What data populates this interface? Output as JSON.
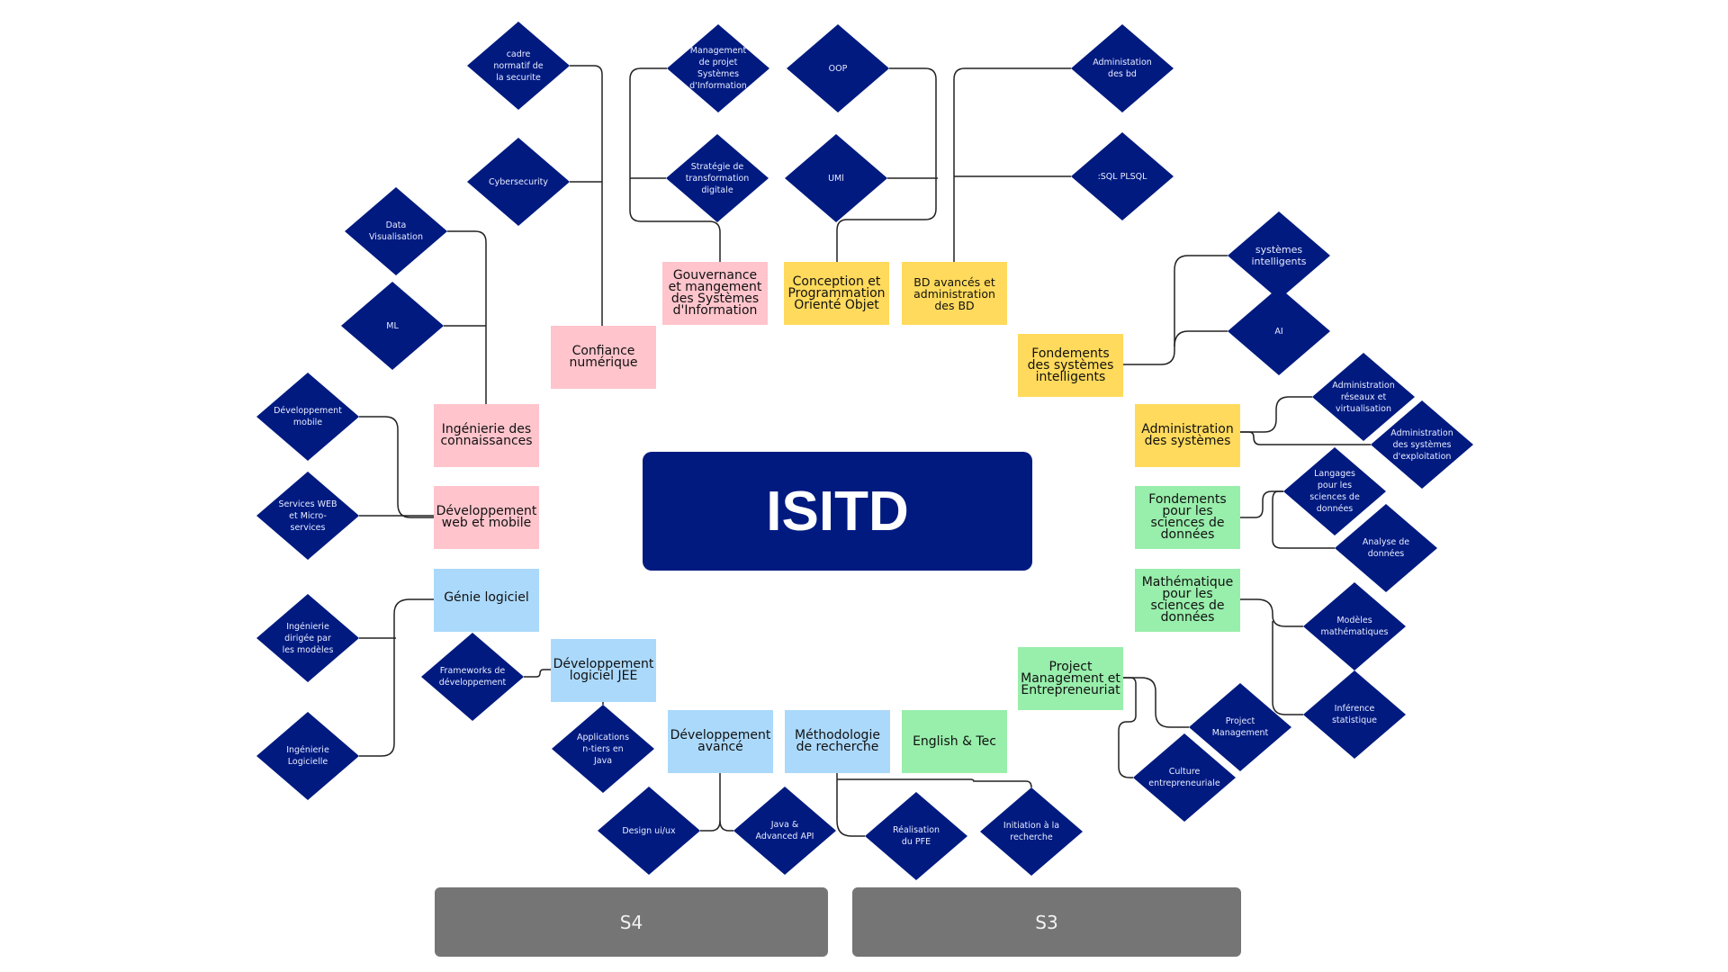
{
  "title": "ISITD",
  "colors": {
    "diamond": "#001a80",
    "pink": "#ffc4cc",
    "yellow": "#ffda5c",
    "blue": "#abd9fb",
    "green": "#98eeab",
    "semester": "#757575"
  },
  "semesters": {
    "s4": "S4",
    "s3": "S3"
  },
  "modules": {
    "gouvernance": "Gouvernance et mangement des Systèmes d'Information",
    "conception": "Conception et Programmation Orienté Objet",
    "bd": "BD avancés et administration des BD",
    "confiance": "Confiance numérique",
    "fond_si": "Fondements des systèmes intelligents",
    "ing_conn": "Ingénierie des connaissances",
    "admin_sys": "Administration des systèmes",
    "dev_web": "Développement web et mobile",
    "fond_sd": "Fondements pour les sciences de données",
    "genie": "Génie logiciel",
    "math_sd": "Mathématique pour les sciences de données",
    "jee": "Développement logiciel JEE",
    "pm": "Project Management et Entrepreneuriat",
    "dev_av": "Développement avancé",
    "methodo": "Méthodologie de recherche",
    "english": "English & Tec"
  },
  "subjects": {
    "cadre": "cadre normatif de la securite",
    "cyber": "Cybersecurity",
    "mgmt_si": "Management de projet Systèmes d'Information",
    "strategie": "Stratégie de transformation digitale",
    "oop": "OOP",
    "uml": "UMl",
    "admin_bd": "Administation des bd",
    "sql": ":SQL PLSQL",
    "dataviz": "Data Visualisation",
    "ml": "ML",
    "sys_int": "systèmes intelligents",
    "ai": "AI",
    "admin_res": "Administration réseaux et virtualisation",
    "admin_se": "Administration des systèmes d'exploitation",
    "langages": "Langages pour les sciences de données",
    "analyse": "Analyse de données",
    "modeles": "Modèles mathématiques",
    "inference": "Inférence statistique",
    "proj_mgmt": "Project Management",
    "culture": "Culture entrepreneuriale",
    "dev_mobile": "Développement mobile",
    "services_web": "Services WEB et Micro-services",
    "ing_dirigee": "Ingénierie dirigée par les modèles",
    "ing_log": "Ingénierie Logicielle",
    "frameworks": "Frameworks de développement",
    "apps_ntiers": "Applications n-tiers en Java",
    "design": "Design ui/ux",
    "java_api": "Java & Advanced API",
    "pfe": "Réalisation du PFE",
    "initiation": "Initiation à la recherche"
  }
}
